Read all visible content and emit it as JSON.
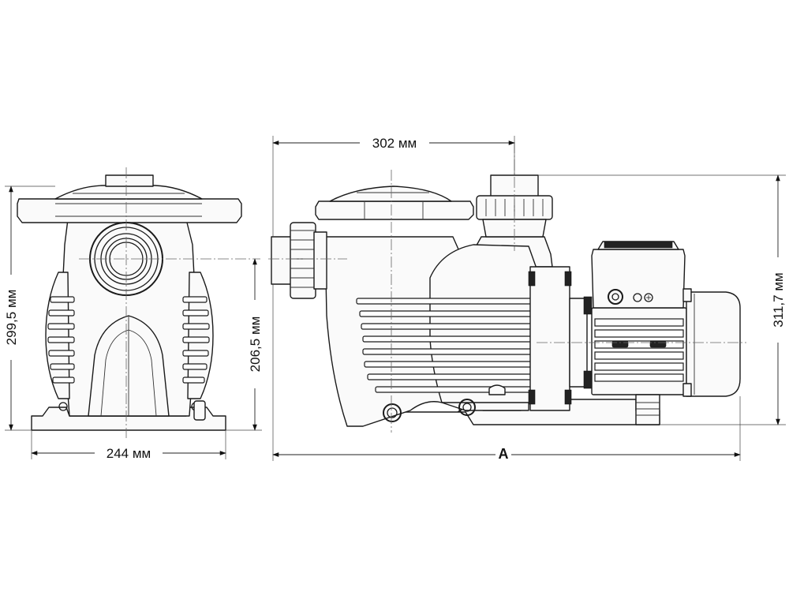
{
  "dimensions": {
    "front_width": "244 мм",
    "front_height_total": "299,5 мм",
    "front_height_axis": "206,5 мм",
    "side_inlet_to_outlet": "302 мм",
    "side_height": "311,7 мм",
    "overall_length": "A"
  }
}
